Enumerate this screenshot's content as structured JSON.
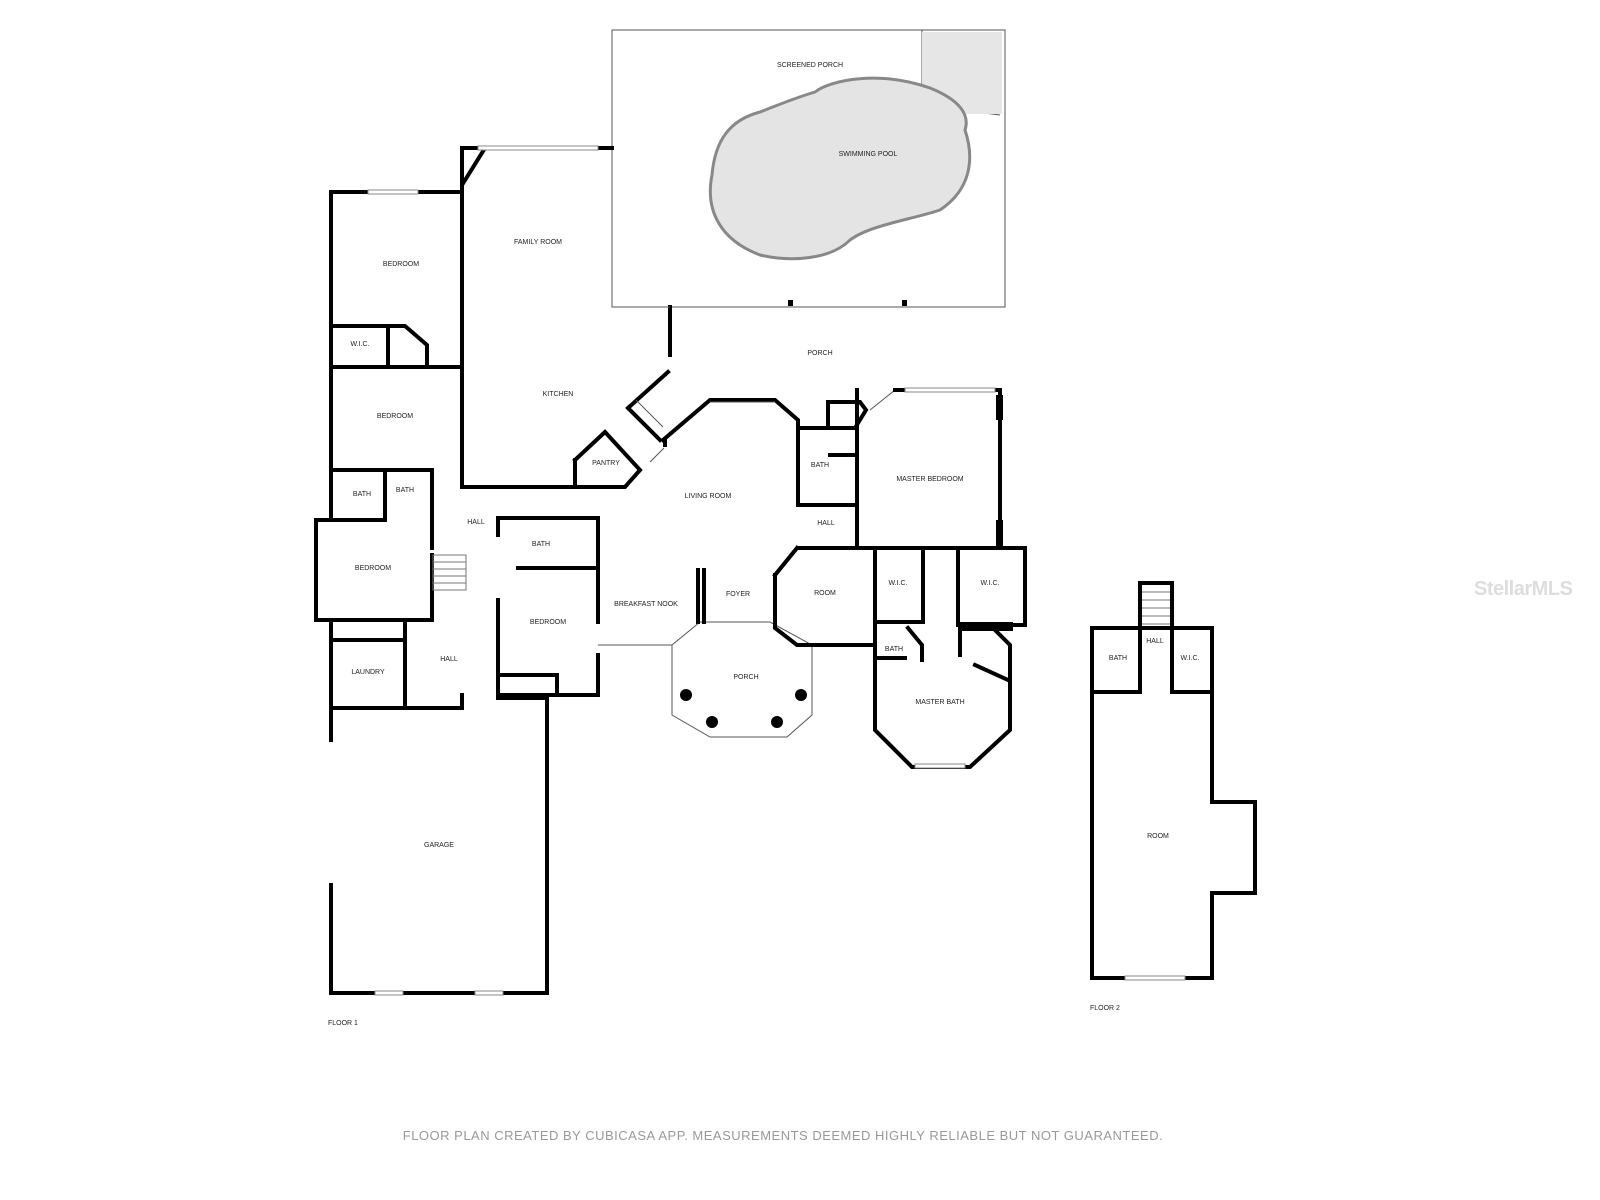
{
  "floor1": {
    "label": "FLOOR 1",
    "rooms": {
      "screened_porch": "SCREENED PORCH",
      "swimming_pool": "SWIMMING POOL",
      "family_room": "FAMILY ROOM",
      "bedroom_nw": "BEDROOM",
      "wic_w": "W.I.C.",
      "kitchen": "KITCHEN",
      "porch_rear": "PORCH",
      "bedroom_w": "BEDROOM",
      "pantry": "PANTRY",
      "bath_w1": "BATH",
      "bath_w2": "BATH",
      "hall_w": "HALL",
      "living_room": "LIVING ROOM",
      "bath_center": "BATH",
      "master_bedroom": "MASTER BEDROOM",
      "hall_center": "HALL",
      "bath_s": "BATH",
      "bedroom_sw": "BEDROOM",
      "bedroom_s": "BEDROOM",
      "breakfast_nook": "BREAKFAST NOOK",
      "foyer": "FOYER",
      "room": "ROOM",
      "wic_m1": "W.I.C.",
      "wic_m2": "W.I.C.",
      "bath_m": "BATH",
      "laundry": "LAUNDRY",
      "hall_s": "HALL",
      "porch_front": "PORCH",
      "master_bath": "MASTER BATH",
      "garage": "GARAGE"
    }
  },
  "floor2": {
    "label": "FLOOR 2",
    "rooms": {
      "hall": "HALL",
      "bath": "BATH",
      "wic": "W.I.C.",
      "room": "ROOM"
    }
  },
  "watermark": "StellarMLS",
  "footer": "FLOOR PLAN CREATED BY CUBICASA APP. MEASUREMENTS DEEMED HIGHLY RELIABLE BUT NOT GUARANTEED."
}
